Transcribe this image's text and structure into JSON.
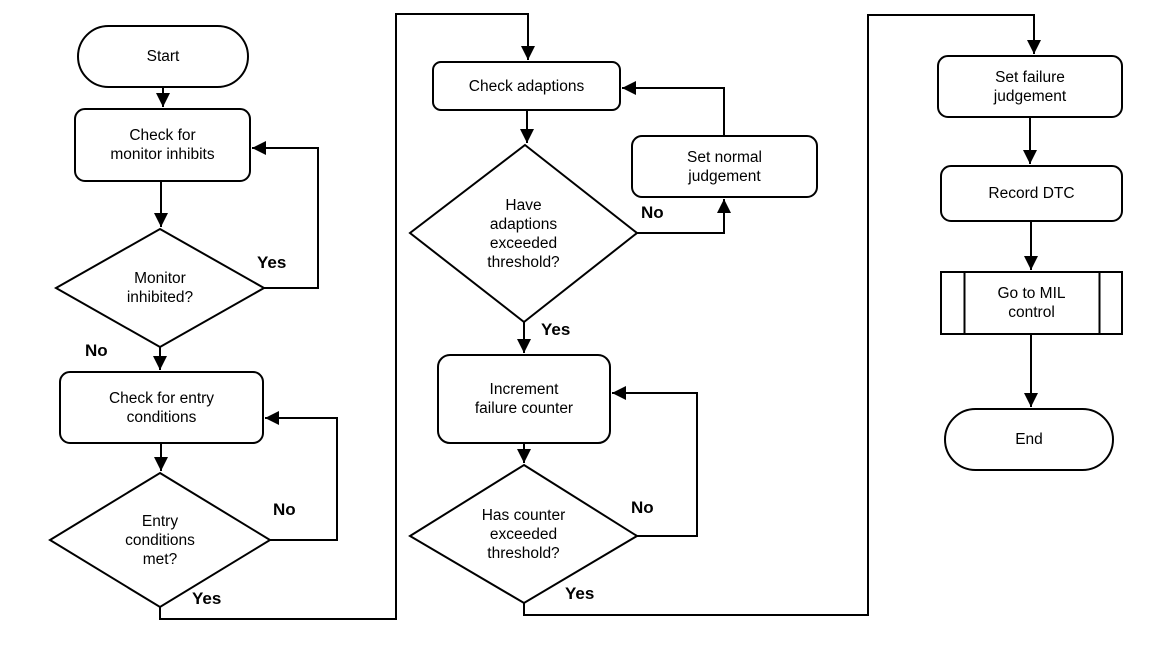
{
  "diagram": {
    "type": "flowchart",
    "colors": {
      "stroke": "#000000",
      "node_fill": "#ffffff",
      "background": "#ffffff"
    },
    "nodes": {
      "start": {
        "label": "Start",
        "shape": "terminator"
      },
      "check_monitor_inhibits": {
        "label": "Check for\nmonitor inhibits",
        "shape": "process"
      },
      "monitor_inhibited": {
        "label": "Monitor\ninhibited?",
        "shape": "decision"
      },
      "check_entry_conditions": {
        "label": "Check for entry\nconditions",
        "shape": "process"
      },
      "entry_conditions_met": {
        "label": "Entry\nconditions\nmet?",
        "shape": "decision"
      },
      "check_adaptions": {
        "label": "Check adaptions",
        "shape": "process"
      },
      "set_normal_judgement": {
        "label": "Set normal\njudgement",
        "shape": "process"
      },
      "have_adaptions_exceeded": {
        "label": "Have\nadaptions\nexceeded\nthreshold?",
        "shape": "decision"
      },
      "increment_failure_counter": {
        "label": "Increment\nfailure counter",
        "shape": "process"
      },
      "has_counter_exceeded": {
        "label": "Has counter\nexceeded\nthreshold?",
        "shape": "decision"
      },
      "set_failure_judgement": {
        "label": "Set failure\njudgement",
        "shape": "process"
      },
      "record_dtc": {
        "label": "Record DTC",
        "shape": "process"
      },
      "go_to_mil_control": {
        "label": "Go to MIL\ncontrol",
        "shape": "predefined-process"
      },
      "end": {
        "label": "End",
        "shape": "terminator"
      }
    },
    "edge_labels": {
      "monitor_inhibited_yes": "Yes",
      "monitor_inhibited_no": "No",
      "entry_conditions_no": "No",
      "entry_conditions_yes": "Yes",
      "have_adaptions_no": "No",
      "have_adaptions_yes": "Yes",
      "has_counter_no": "No",
      "has_counter_yes": "Yes"
    }
  }
}
